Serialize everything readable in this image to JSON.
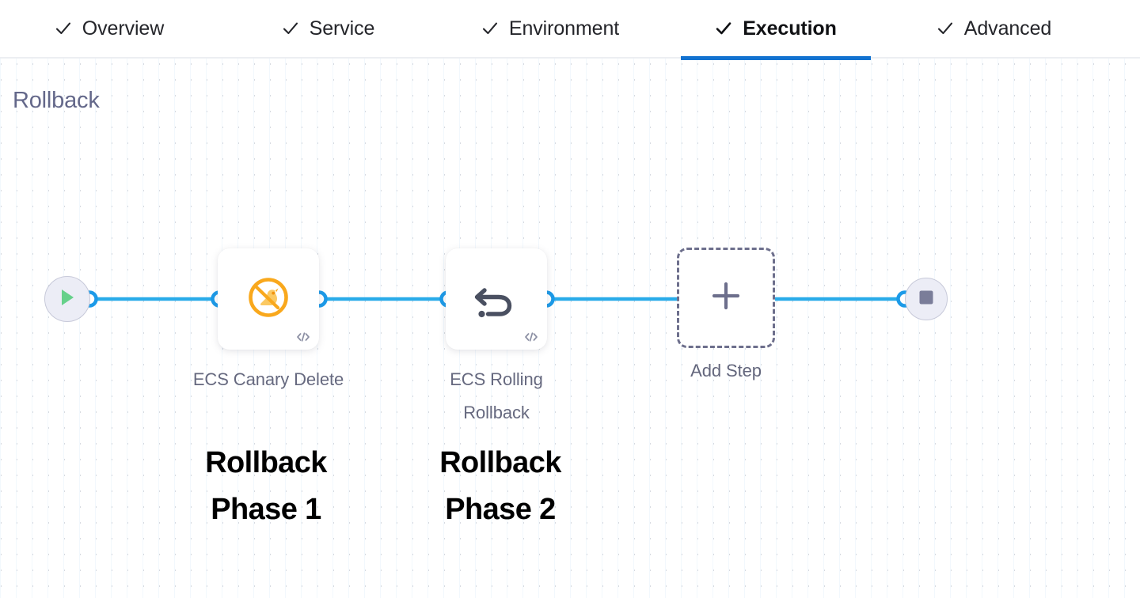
{
  "header": {
    "tabs": [
      {
        "id": "overview",
        "label": "Overview",
        "icon": "check-icon",
        "active": false,
        "complete": true
      },
      {
        "id": "service",
        "label": "Service",
        "icon": "check-icon",
        "active": false,
        "complete": true
      },
      {
        "id": "environment",
        "label": "Environment",
        "icon": "check-icon",
        "active": false,
        "complete": true
      },
      {
        "id": "execution",
        "label": "Execution",
        "icon": "check-icon",
        "active": true,
        "complete": true
      },
      {
        "id": "advanced",
        "label": "Advanced",
        "icon": "check-icon",
        "active": false,
        "complete": true
      }
    ],
    "active_tab_indicator_color": "#1272d0"
  },
  "canvas": {
    "stage_title": "Rollback",
    "grid": "dotted",
    "connector_color": "#29abe9"
  },
  "graph": {
    "start_node": {
      "icon": "play-icon",
      "icon_color": "#66d18a"
    },
    "end_node": {
      "icon": "stop-icon",
      "icon_color": "#7a7d99"
    },
    "steps": [
      {
        "id": "ecs-canary-delete",
        "caption": "ECS Canary\nDelete",
        "icon": "ecs-canary-icon",
        "icon_color": "#f9a81c",
        "badge": "code-icon",
        "badge_label": "</>"
      },
      {
        "id": "ecs-rolling-rollback",
        "caption": "ECS Rolling\nRollback",
        "icon": "rollback-arrow-icon",
        "icon_color": "#4a5061",
        "badge": "code-icon",
        "badge_label": "</>"
      }
    ],
    "add_step": {
      "label": "Add Step",
      "icon": "plus-icon"
    }
  },
  "annotations": [
    {
      "id": "phase-1",
      "text": "Rollback\nPhase 1"
    },
    {
      "id": "phase-2",
      "text": "Rollback\nPhase 2"
    }
  ]
}
